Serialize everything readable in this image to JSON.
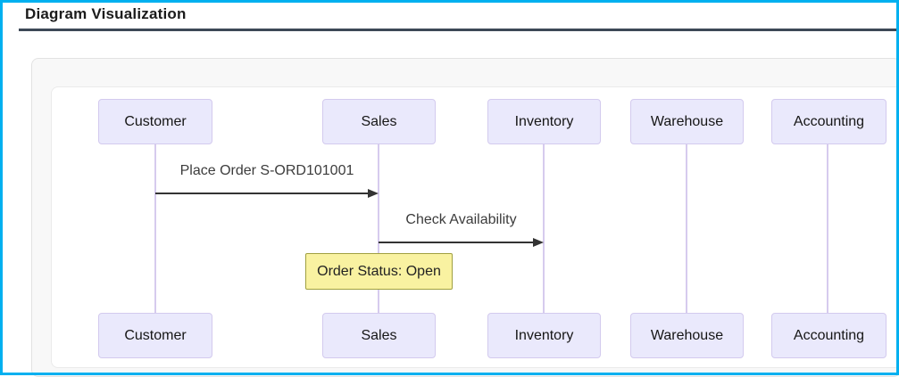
{
  "header": {
    "title": "Diagram Visualization"
  },
  "diagram": {
    "type": "sequence",
    "actors": [
      {
        "label": "Customer"
      },
      {
        "label": "Sales"
      },
      {
        "label": "Inventory"
      },
      {
        "label": "Warehouse"
      },
      {
        "label": "Accounting"
      }
    ],
    "messages": [
      {
        "from": "Customer",
        "to": "Sales",
        "label": "Place Order S-ORD101001",
        "arrow": "solid-filled-head"
      },
      {
        "from": "Sales",
        "to": "Inventory",
        "label": "Check Availability",
        "arrow": "solid-filled-head"
      }
    ],
    "notes": [
      {
        "over": "Sales",
        "label": "Order Status: Open"
      }
    ]
  },
  "colors": {
    "frame_border": "#00b0f0",
    "title_underline": "#3d4857",
    "outer_panel_bg": "#f8f8f8",
    "inner_panel_bg": "#ffffff",
    "actor_fill": "#eae9fc",
    "actor_border": "#d3caee",
    "lifeline": "#d6cbee",
    "arrow": "#333333",
    "note_fill": "#f9f2a1",
    "note_border": "#a0a040"
  }
}
